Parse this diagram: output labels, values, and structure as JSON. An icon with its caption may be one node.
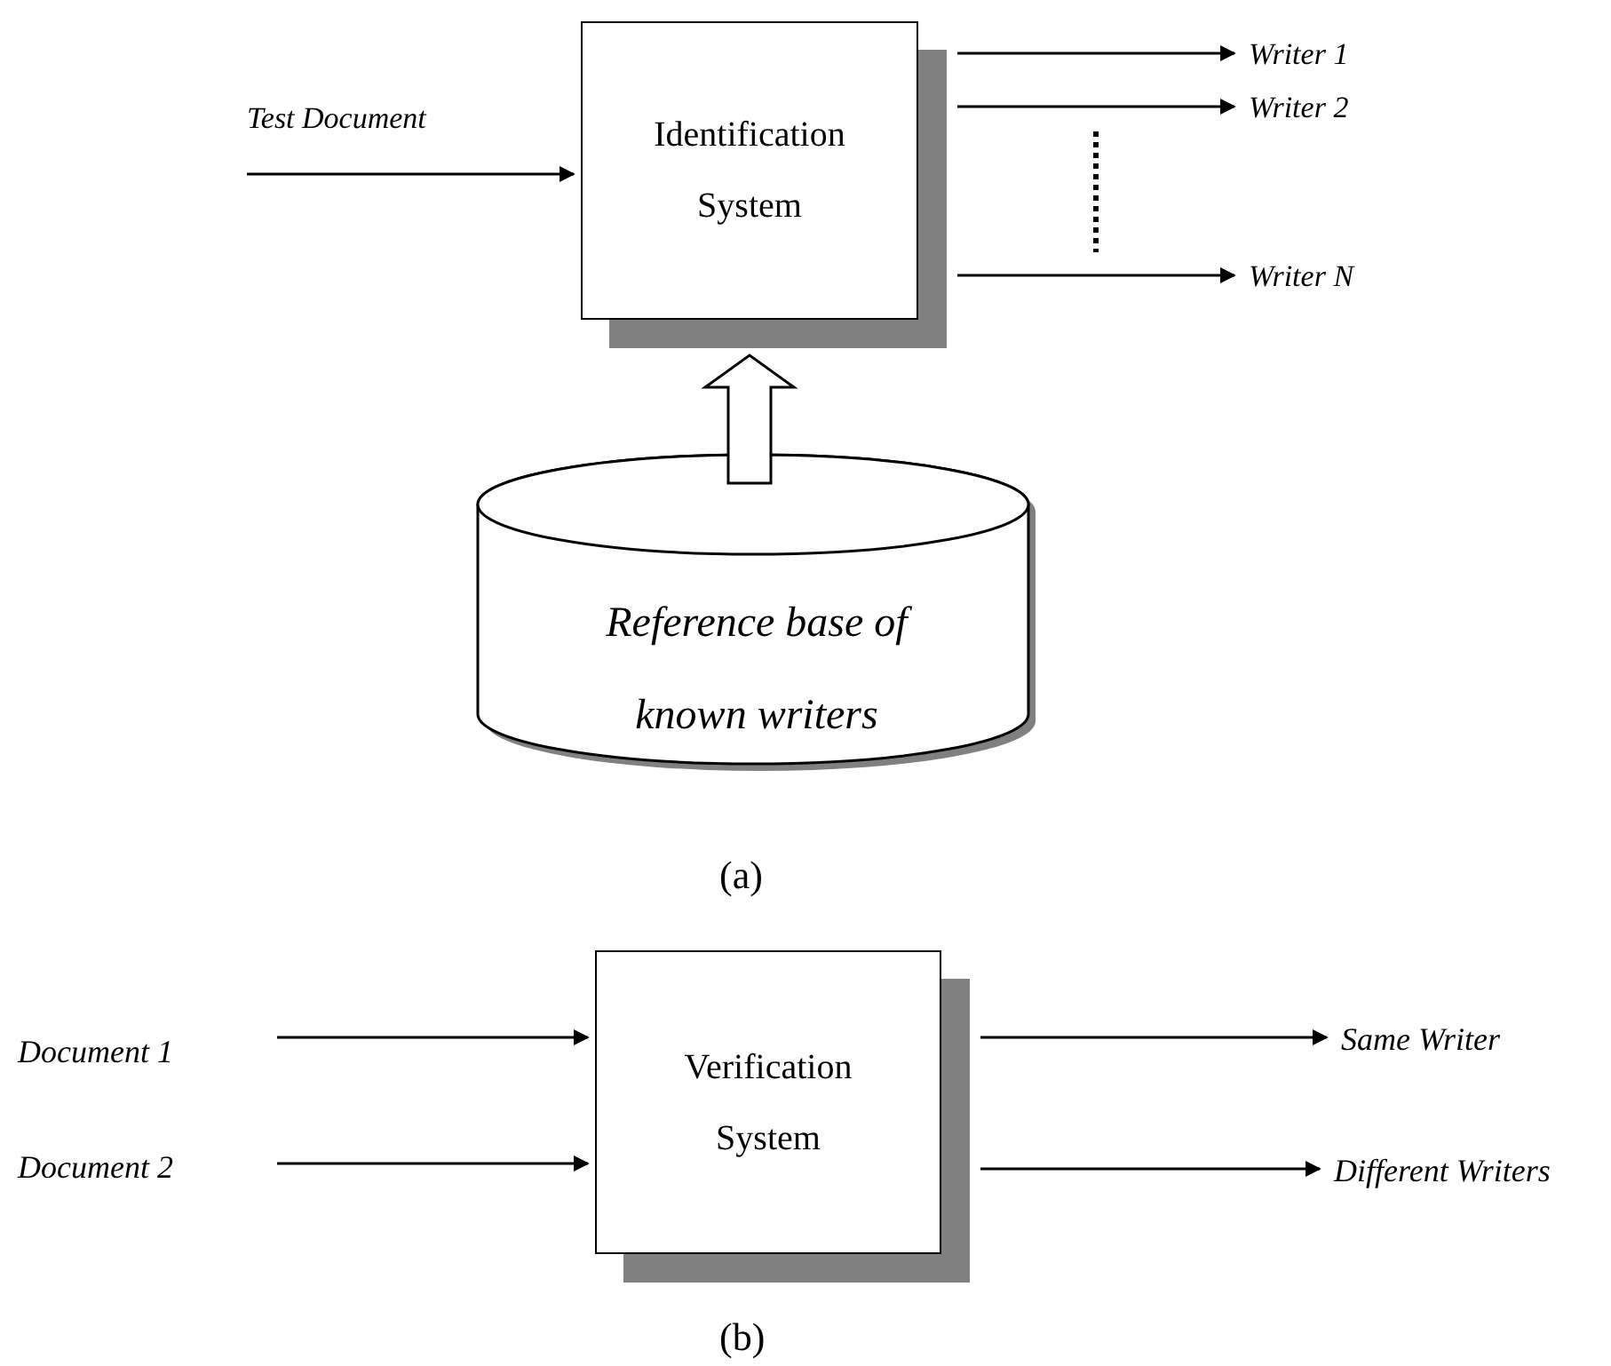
{
  "diagram": {
    "nodes": [
      {
        "text": [
          "Identification System"
        ]
      },
      {
        "text": [
          "Writer 1"
        ]
      },
      {
        "text": [
          "Writer 2"
        ]
      },
      {
        "text": [
          "Writer N"
        ]
      },
      {
        "text": [
          "Reference base of known writers"
        ]
      },
      {
        "text": [
          "Verification System"
        ]
      },
      {
        "text": [
          "Document 1"
        ]
      },
      {
        "text": [
          "Document 2"
        ]
      },
      {
        "text": [
          "Same Writer"
        ]
      },
      {
        "text": [
          "Different Writers"
        ]
      }
    ],
    "edges": [
      {
        "from": null,
        "to": 0,
        "arrow": "to",
        "label": "Test Document"
      },
      {
        "from": 0,
        "to": 1,
        "arrow": "to"
      },
      {
        "from": 0,
        "to": 2,
        "arrow": "to"
      },
      {
        "from": 0,
        "to": 3,
        "arrow": "to"
      },
      {
        "from": 4,
        "to": 0,
        "arrow": "to",
        "style": "thick"
      },
      {
        "from": 6,
        "to": 5,
        "arrow": "to"
      },
      {
        "from": 7,
        "to": 5,
        "arrow": "to"
      },
      {
        "from": 5,
        "to": 8,
        "arrow": "to"
      },
      {
        "from": 5,
        "to": 9,
        "arrow": "to"
      }
    ],
    "labels": [
      "(a)",
      "(b)"
    ]
  }
}
